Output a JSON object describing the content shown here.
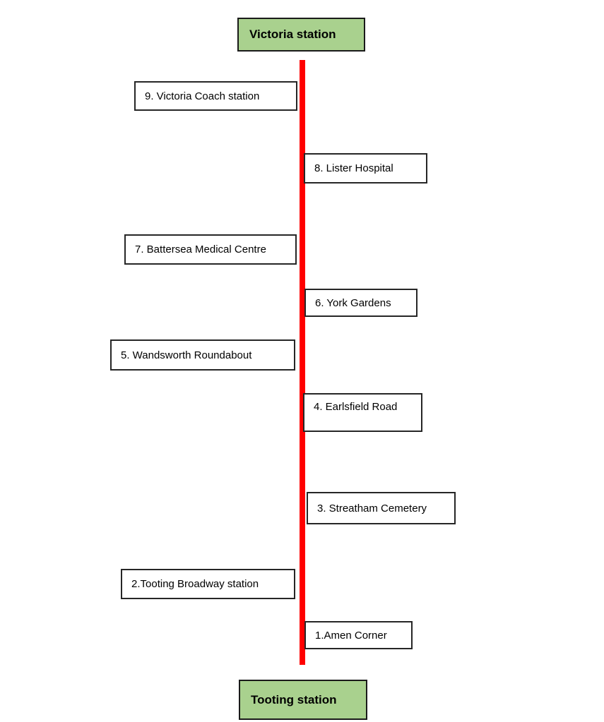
{
  "diagram": {
    "top_terminal": "Victoria station",
    "bottom_terminal": "Tooting station",
    "stops": [
      {
        "label": "9. Victoria Coach station",
        "side": "left"
      },
      {
        "label": "8. Lister Hospital",
        "side": "right"
      },
      {
        "label": "7. Battersea Medical Centre",
        "side": "left"
      },
      {
        "label": "6. York Gardens",
        "side": "right"
      },
      {
        "label": "5. Wandsworth Roundabout",
        "side": "left"
      },
      {
        "label": "4. Earlsfield Road",
        "side": "right"
      },
      {
        "label": "3. Streatham Cemetery",
        "side": "right"
      },
      {
        "label": "2.Tooting Broadway station",
        "side": "left"
      },
      {
        "label": "1.Amen Corner",
        "side": "right"
      }
    ],
    "colors": {
      "line": "#ff0000",
      "terminal_fill": "#a9d18e",
      "box_border": "#262626"
    }
  }
}
